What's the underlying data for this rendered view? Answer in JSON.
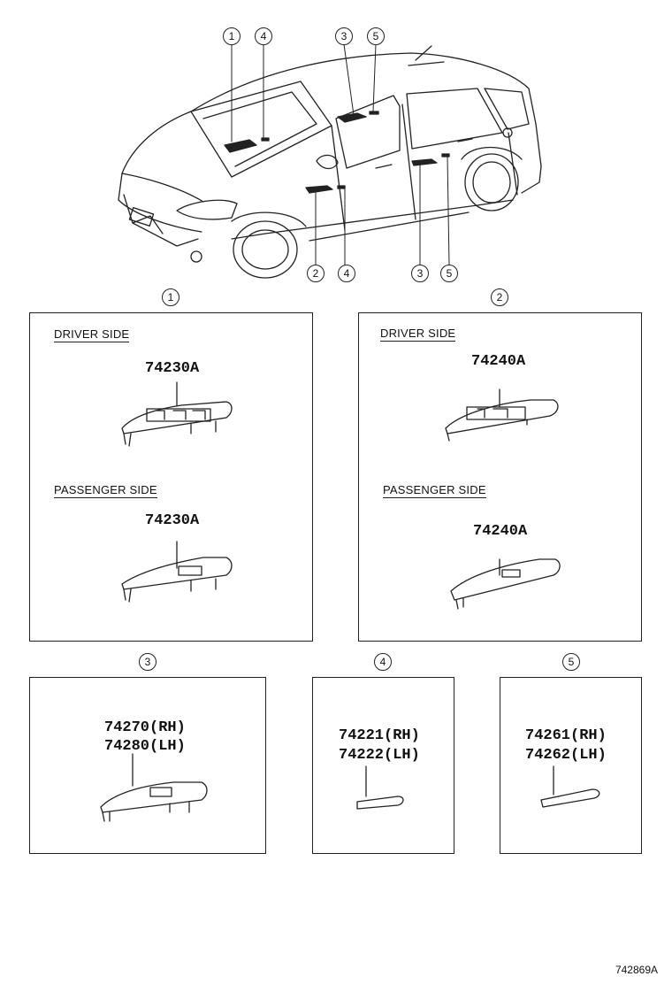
{
  "car_callouts": {
    "top": [
      "1",
      "4",
      "3",
      "5"
    ],
    "bottom": [
      "2",
      "4",
      "3",
      "5"
    ]
  },
  "panels": [
    {
      "index": "1",
      "sections": [
        {
          "label": "DRIVER SIDE",
          "parts": [
            "74230A"
          ]
        },
        {
          "label": "PASSENGER SIDE",
          "parts": [
            "74230A"
          ]
        }
      ]
    },
    {
      "index": "2",
      "sections": [
        {
          "label": "DRIVER SIDE",
          "parts": [
            "74240A"
          ]
        },
        {
          "label": "PASSENGER SIDE",
          "parts": [
            "74240A"
          ]
        }
      ]
    },
    {
      "index": "3",
      "parts": [
        "74270(RH)",
        "74280(LH)"
      ]
    },
    {
      "index": "4",
      "parts": [
        "74221(RH)",
        "74222(LH)"
      ]
    },
    {
      "index": "5",
      "parts": [
        "74261(RH)",
        "74262(LH)"
      ]
    }
  ],
  "diagram_ref": "742869A"
}
